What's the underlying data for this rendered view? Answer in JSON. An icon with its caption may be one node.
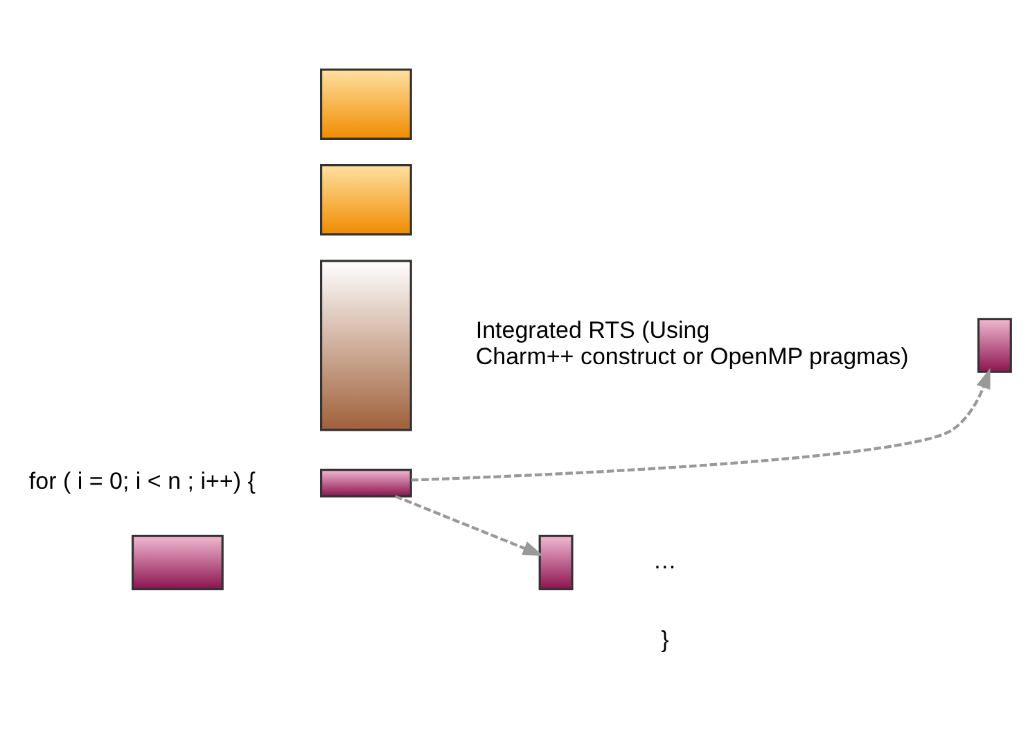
{
  "diagram": {
    "nodes": [
      {
        "text": [],
        "shape": "box"
      },
      {
        "text": [],
        "shape": "box"
      },
      {
        "text": [],
        "shape": "box"
      },
      {
        "text": [],
        "shape": "box"
      },
      {
        "text": [],
        "shape": "box"
      },
      {
        "text": [],
        "shape": "box"
      },
      {
        "text": [],
        "shape": "box"
      }
    ],
    "edges": [
      {
        "from": 3,
        "to": 5,
        "arrow": "to",
        "style": "dashed",
        "color": "#999999"
      },
      {
        "from": 3,
        "to": 6,
        "arrow": "to",
        "style": "dashed",
        "color": "#999999"
      }
    ],
    "labels": [
      "Integrated RTS (Using Charm++ construct or OpenMP pragmas)",
      "for ( i = 0; i < n ; i++) {",
      "…",
      "}"
    ]
  }
}
